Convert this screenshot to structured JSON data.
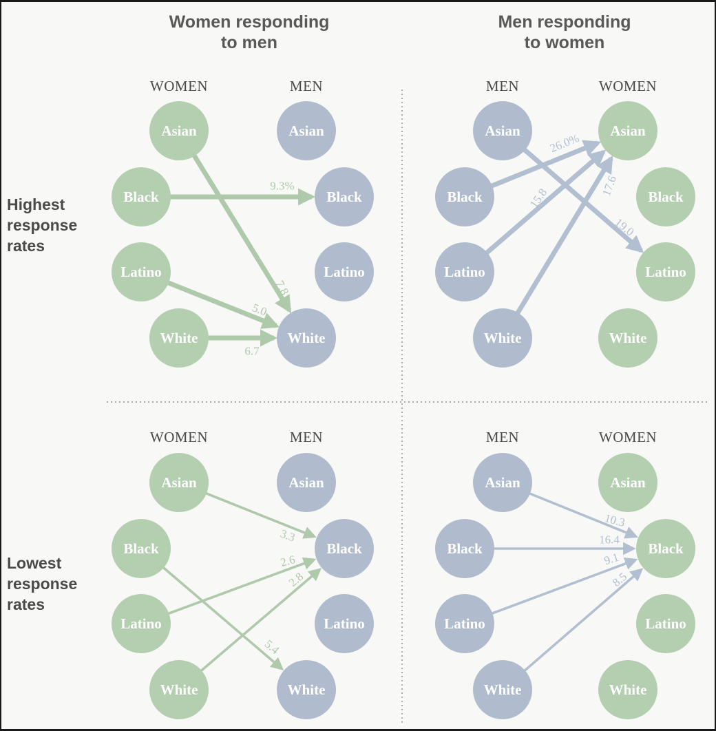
{
  "colors": {
    "women_fill": "#b3cfb0",
    "men_fill": "#b0bccd",
    "women_edge": "#afc9ab",
    "men_edge": "#b2bfd1",
    "text_dark": "#4a4a4a",
    "border": "#1a1a1a"
  },
  "columns": {
    "left_title_line1": "Women responding",
    "left_title_line2": "to men",
    "right_title_line1": "Men responding",
    "right_title_line2": "to women"
  },
  "rows": {
    "top_line1": "Highest",
    "top_line2": "response",
    "top_line3": "rates",
    "bottom_line1": "Lowest",
    "bottom_line2": "response",
    "bottom_line3": "rates"
  },
  "groups": [
    "Asian",
    "Black",
    "Latino",
    "White"
  ],
  "panels": [
    {
      "id": "top-left",
      "left_header": "WOMEN",
      "right_header": "MEN",
      "left_gender": "women",
      "right_gender": "men",
      "edge_color": "women",
      "edges": [
        {
          "from": "Asian",
          "to": "White",
          "label": "7.8"
        },
        {
          "from": "Black",
          "to": "Black",
          "label": "9.3%"
        },
        {
          "from": "Latino",
          "to": "White",
          "label": "5.0"
        },
        {
          "from": "White",
          "to": "White",
          "label": "6.7"
        }
      ]
    },
    {
      "id": "top-right",
      "left_header": "MEN",
      "right_header": "WOMEN",
      "left_gender": "men",
      "right_gender": "women",
      "edge_color": "men",
      "edges": [
        {
          "from": "Asian",
          "to": "Latino",
          "label": "19.0"
        },
        {
          "from": "Black",
          "to": "Asian",
          "label": "26.0%"
        },
        {
          "from": "Latino",
          "to": "Asian",
          "label": "15.8"
        },
        {
          "from": "White",
          "to": "Asian",
          "label": "17.6"
        }
      ]
    },
    {
      "id": "bottom-left",
      "left_header": "WOMEN",
      "right_header": "MEN",
      "left_gender": "women",
      "right_gender": "men",
      "edge_color": "women",
      "edges": [
        {
          "from": "Asian",
          "to": "Black",
          "label": "3.3"
        },
        {
          "from": "Black",
          "to": "White",
          "label": "5.4"
        },
        {
          "from": "Latino",
          "to": "Black",
          "label": "2.6"
        },
        {
          "from": "White",
          "to": "Black",
          "label": "2.8"
        }
      ]
    },
    {
      "id": "bottom-right",
      "left_header": "MEN",
      "right_header": "WOMEN",
      "left_gender": "men",
      "right_gender": "women",
      "edge_color": "men",
      "edges": [
        {
          "from": "Asian",
          "to": "Black",
          "label": "10.3"
        },
        {
          "from": "Black",
          "to": "Black",
          "label": "16.4"
        },
        {
          "from": "Latino",
          "to": "Black",
          "label": "9.1"
        },
        {
          "from": "White",
          "to": "Black",
          "label": "8.5"
        }
      ]
    }
  ]
}
